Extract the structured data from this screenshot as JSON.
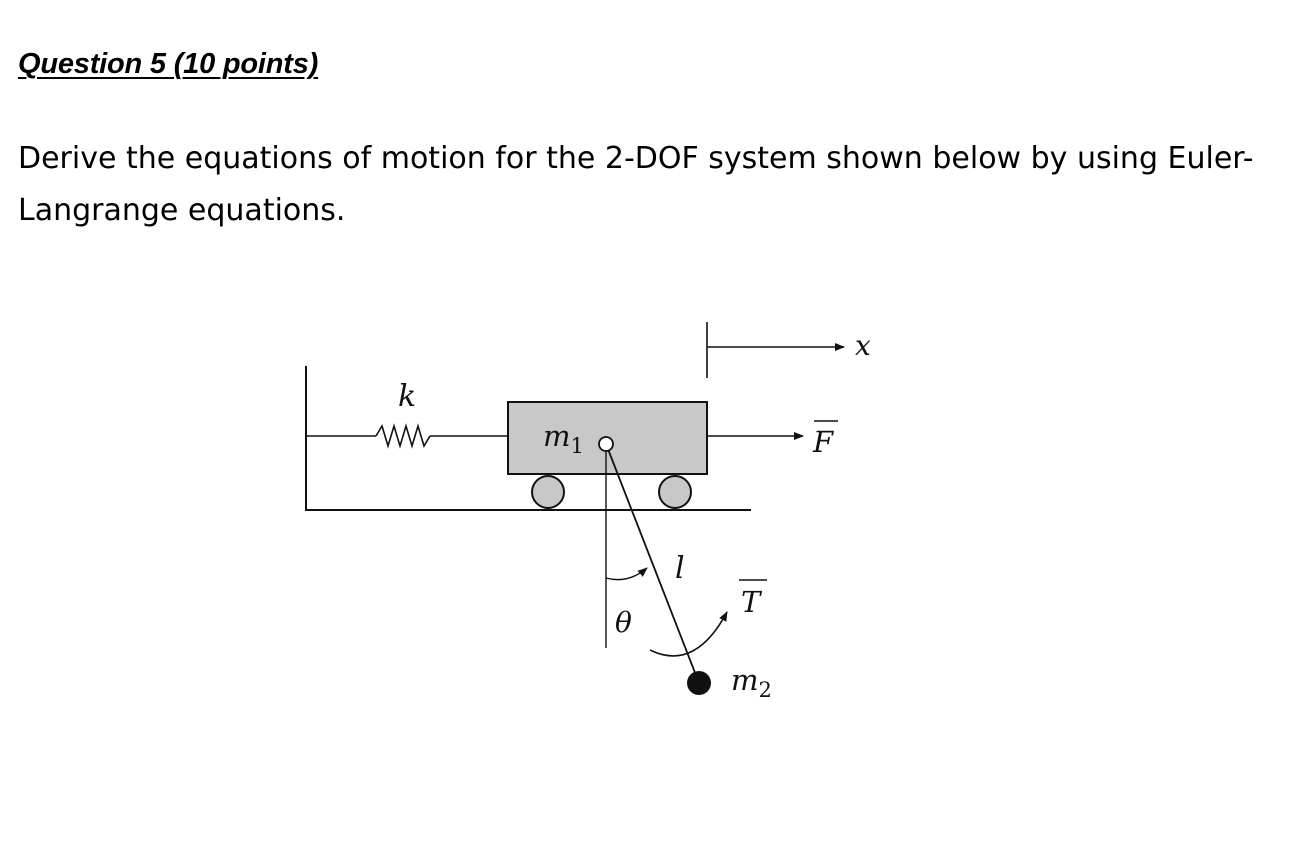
{
  "question": {
    "heading": "Question 5 (10 points)",
    "prompt_line_1": "Derive the equations of motion for the 2-DOF system shown below by using Euler-",
    "prompt_line_2": "Langrange equations."
  },
  "figure": {
    "labels": {
      "spring": "k",
      "mass1": "m",
      "mass1_sub": "1",
      "mass2": "m",
      "mass2_sub": "2",
      "length": "l",
      "angle": "θ",
      "force": "F",
      "torque": "T",
      "displacement": "x"
    },
    "colors": {
      "cart_fill": "#c8c8c8",
      "wheel_fill": "#c8c8c8",
      "ink": "#111111"
    }
  }
}
